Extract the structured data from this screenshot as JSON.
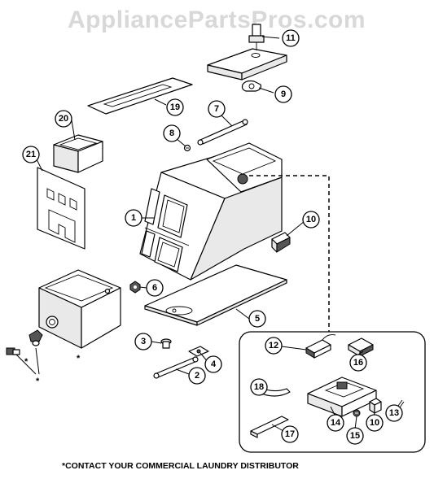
{
  "watermark": "AppliancePartsPros.com",
  "footnote": "*CONTACT YOUR COMMERCIAL LAUNDRY DISTRIBUTOR",
  "asterisk": "*",
  "callouts": {
    "c1": "1",
    "c2": "2",
    "c3": "3",
    "c4": "4",
    "c5": "5",
    "c6": "6",
    "c7": "7",
    "c8": "8",
    "c9": "9",
    "c10a": "10",
    "c10b": "10",
    "c11": "11",
    "c12": "12",
    "c13": "13",
    "c14": "14",
    "c15": "15",
    "c16": "16",
    "c17": "17",
    "c18": "18",
    "c19": "19",
    "c20": "20",
    "c21": "21"
  }
}
